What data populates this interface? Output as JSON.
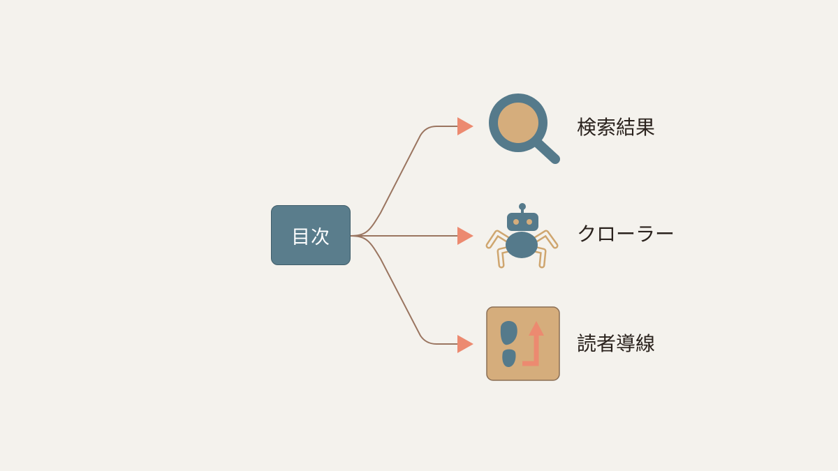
{
  "root": {
    "label": "目次"
  },
  "branches": [
    {
      "label": "検索結果",
      "icon": "magnifying-glass-icon"
    },
    {
      "label": "クローラー",
      "icon": "spider-robot-icon"
    },
    {
      "label": "読者導線",
      "icon": "footprint-arrow-icon"
    }
  ],
  "colors": {
    "background": "#f4f2ed",
    "root_fill": "#5a7d8c",
    "connector": "#9a7560",
    "arrowhead": "#ec8a70",
    "icon_blue": "#557a8b",
    "icon_tan": "#d5ad7c",
    "text": "#2a221d"
  }
}
